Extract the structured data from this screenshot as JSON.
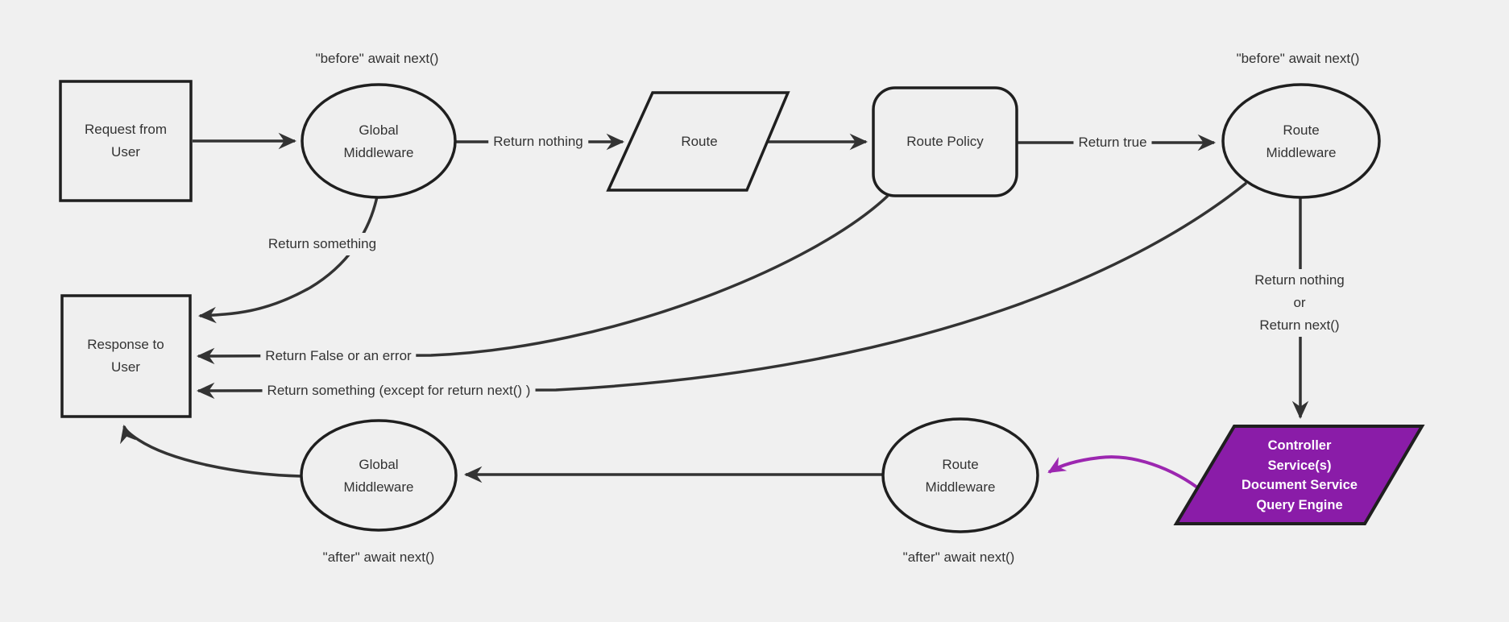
{
  "diagram_type": "flowchart",
  "colors": {
    "background": "#f0f0f0",
    "node_fill": "#efefef",
    "node_stroke": "#1f1f1f",
    "edge_color": "#333333",
    "text_color": "#333333",
    "purple_fill": "#8a1ca8",
    "purple_edge": "#9c27b0",
    "controller_text": "#ffffff"
  },
  "nodes": {
    "request_from_user": {
      "shape": "rectangle",
      "lines": [
        "Request from",
        "User"
      ]
    },
    "global_middleware_top": {
      "shape": "ellipse",
      "lines": [
        "Global",
        "Middleware"
      ]
    },
    "route": {
      "shape": "parallelogram",
      "lines": [
        "Route"
      ]
    },
    "route_policy": {
      "shape": "rounded-rectangle",
      "lines": [
        "Route Policy"
      ]
    },
    "route_middleware_top": {
      "shape": "ellipse",
      "lines": [
        "Route",
        "Middleware"
      ]
    },
    "response_to_user": {
      "shape": "rectangle",
      "lines": [
        "Response to",
        "User"
      ]
    },
    "global_middleware_bottom": {
      "shape": "ellipse",
      "lines": [
        "Global",
        "Middleware"
      ]
    },
    "route_middleware_bottom": {
      "shape": "ellipse",
      "lines": [
        "Route",
        "Middleware"
      ]
    },
    "controller_services": {
      "shape": "parallelogram",
      "lines": [
        "Controller",
        "Service(s)",
        "Document Service",
        "Query Engine"
      ]
    }
  },
  "edge_labels": {
    "before_await_left": "\"before\" await next()",
    "before_await_right": "\"before\" await next()",
    "return_nothing": "Return nothing",
    "return_true": "Return true",
    "return_something": "Return something",
    "return_false_error": "Return False or an error",
    "return_something_except": "Return something (except for return next() )",
    "return_nothing_or": {
      "lines": [
        "Return nothing",
        "or",
        "Return next()"
      ]
    },
    "after_await_left": "\"after\" await next()",
    "after_await_right": "\"after\" await next()"
  }
}
